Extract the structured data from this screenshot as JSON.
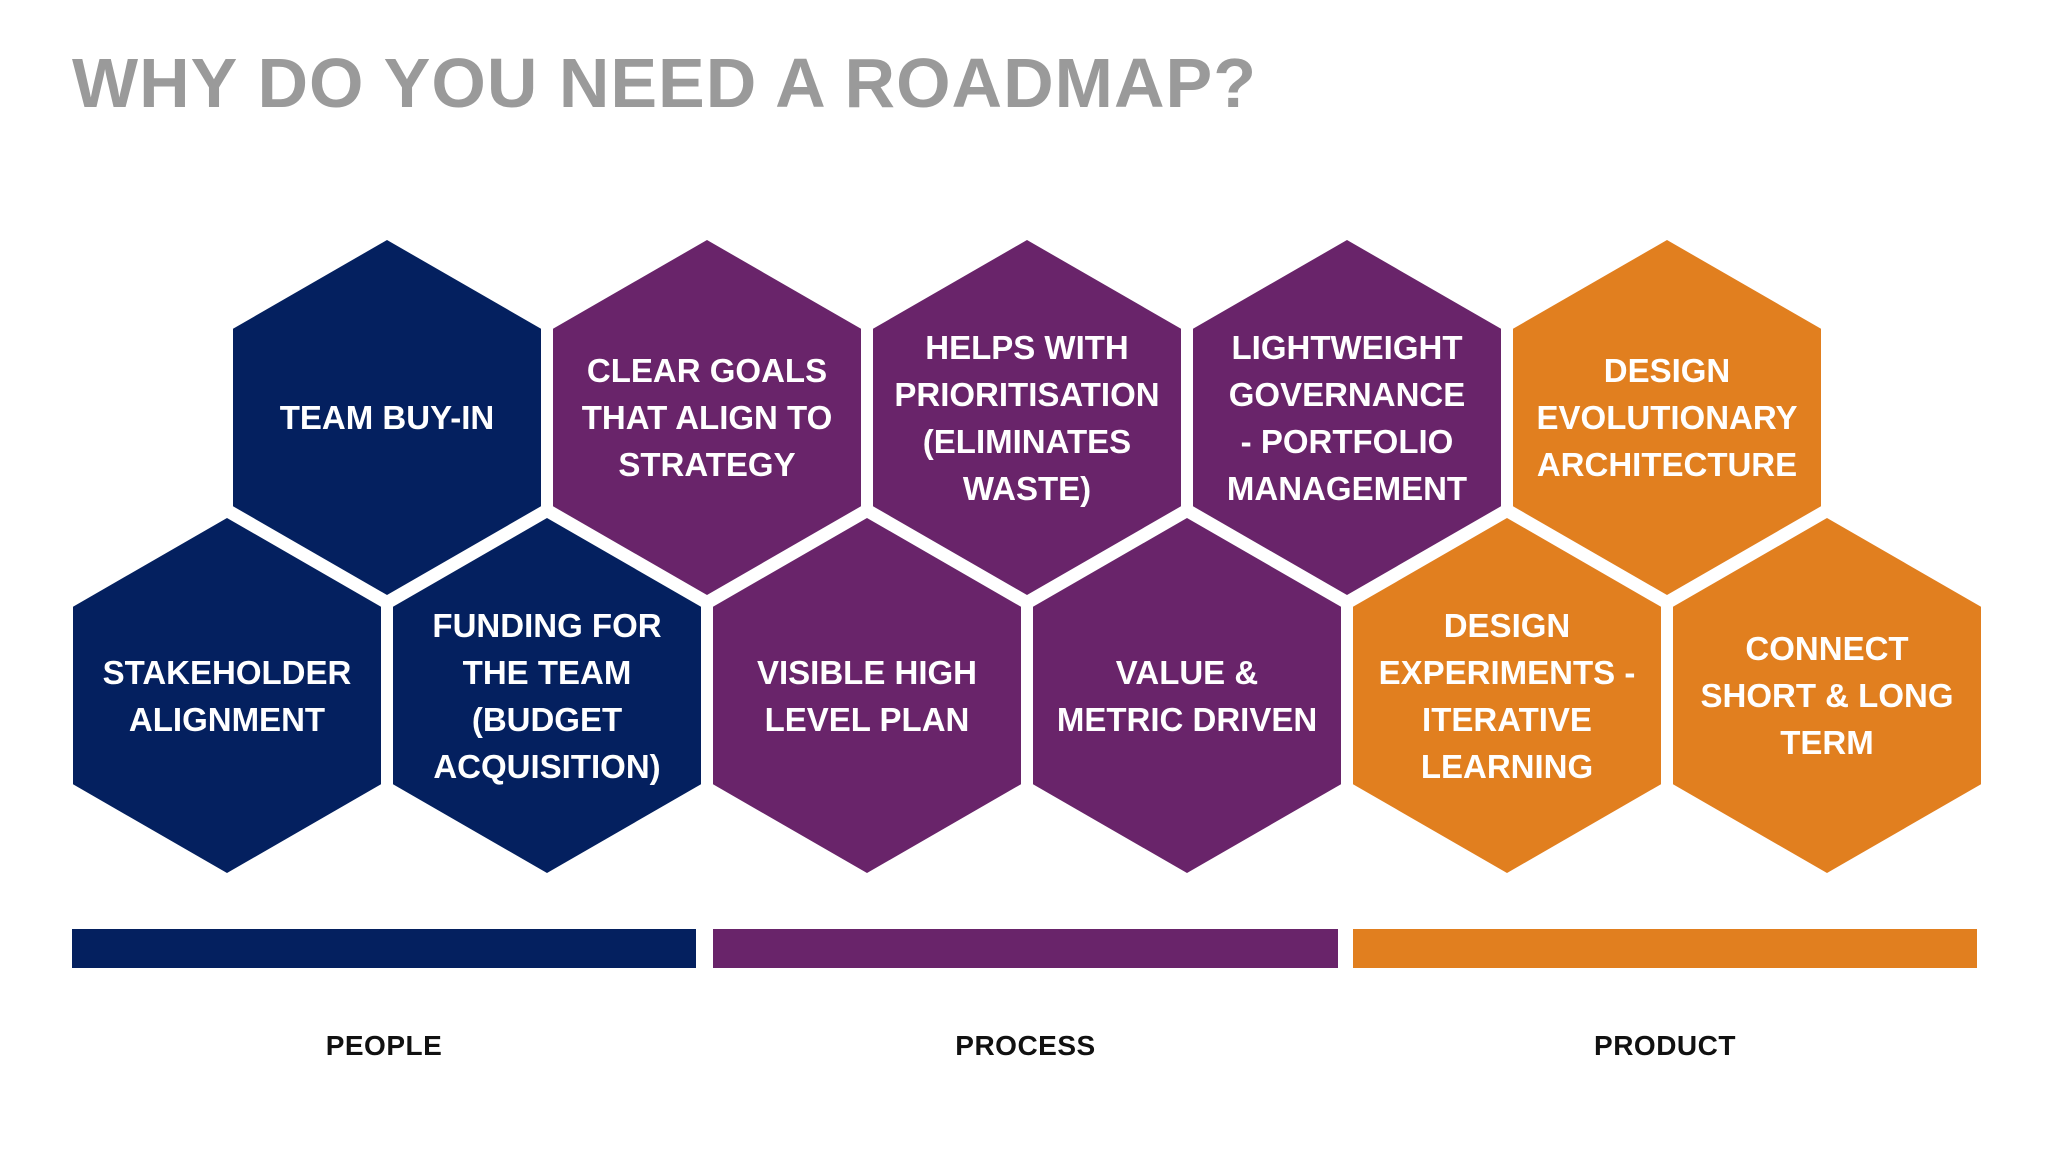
{
  "title": "WHY DO YOU NEED A ROADMAP?",
  "colors": {
    "people": "#04205f",
    "process": "#69246a",
    "product": "#e17f1f",
    "title": "#9a9a9a"
  },
  "hexagons": {
    "team_buy_in": "TEAM BUY-IN",
    "clear_goals": "CLEAR GOALS\nTHAT ALIGN TO\nSTRATEGY",
    "prioritisation": "HELPS WITH\nPRIORITISATION\n(ELIMINATES\nWASTE)",
    "governance": "LIGHTWEIGHT\nGOVERNANCE\n- PORTFOLIO\nMANAGEMENT",
    "evolutionary_architecture": "DESIGN\nEVOLUTIONARY\nARCHITECTURE",
    "stakeholder_alignment": "STAKEHOLDER\nALIGNMENT",
    "funding": "FUNDING FOR\nTHE TEAM\n(BUDGET\nACQUISITION)",
    "visible_plan": "VISIBLE HIGH\nLEVEL PLAN",
    "value_metric": "VALUE &\nMETRIC DRIVEN",
    "design_experiments": "DESIGN\nEXPERIMENTS -\nITERATIVE\nLEARNING",
    "connect_short_long": "CONNECT\nSHORT & LONG\nTERM"
  },
  "categories": {
    "people": "PEOPLE",
    "process": "PROCESS",
    "product": "PRODUCT"
  }
}
